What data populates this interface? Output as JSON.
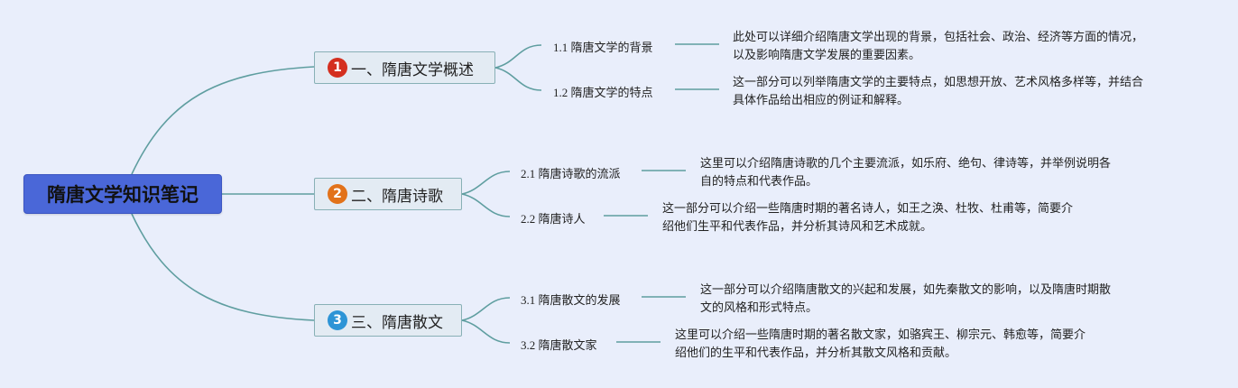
{
  "colors": {
    "background": "#e9eefb",
    "root_fill": "#4a67d8",
    "connector": "#5f9ea0",
    "badges": [
      "#d42f1f",
      "#e2721a",
      "#2d94d6"
    ]
  },
  "root": {
    "title": "隋唐文学知识笔记"
  },
  "branches": [
    {
      "badge": "1",
      "label": "一、隋唐文学概述",
      "subs": [
        {
          "num": "1.1",
          "label": "隋唐文学的背景",
          "desc_line1": "此处可以详细介绍隋唐文学出现的背景，包括社会、政治、经济等方面的情况，",
          "desc_line2": "以及影响隋唐文学发展的重要因素。"
        },
        {
          "num": "1.2",
          "label": "隋唐文学的特点",
          "desc_line1": "这一部分可以列举隋唐文学的主要特点，如思想开放、艺术风格多样等，并结合",
          "desc_line2": "具体作品给出相应的例证和解释。"
        }
      ]
    },
    {
      "badge": "2",
      "label": "二、隋唐诗歌",
      "subs": [
        {
          "num": "2.1",
          "label": "隋唐诗歌的流派",
          "desc_line1": "这里可以介绍隋唐诗歌的几个主要流派，如乐府、绝句、律诗等，并举例说明各",
          "desc_line2": "自的特点和代表作品。"
        },
        {
          "num": "2.2",
          "label": "隋唐诗人",
          "desc_line1": "这一部分可以介绍一些隋唐时期的著名诗人，如王之涣、杜牧、杜甫等，简要介",
          "desc_line2": "绍他们生平和代表作品，并分析其诗风和艺术成就。"
        }
      ]
    },
    {
      "badge": "3",
      "label": "三、隋唐散文",
      "subs": [
        {
          "num": "3.1",
          "label": "隋唐散文的发展",
          "desc_line1": "这一部分可以介绍隋唐散文的兴起和发展，如先秦散文的影响，以及隋唐时期散",
          "desc_line2": "文的风格和形式特点。"
        },
        {
          "num": "3.2",
          "label": "隋唐散文家",
          "desc_line1": "这里可以介绍一些隋唐时期的著名散文家，如骆宾王、柳宗元、韩愈等，简要介",
          "desc_line2": "绍他们的生平和代表作品，并分析其散文风格和贡献。"
        }
      ]
    }
  ]
}
